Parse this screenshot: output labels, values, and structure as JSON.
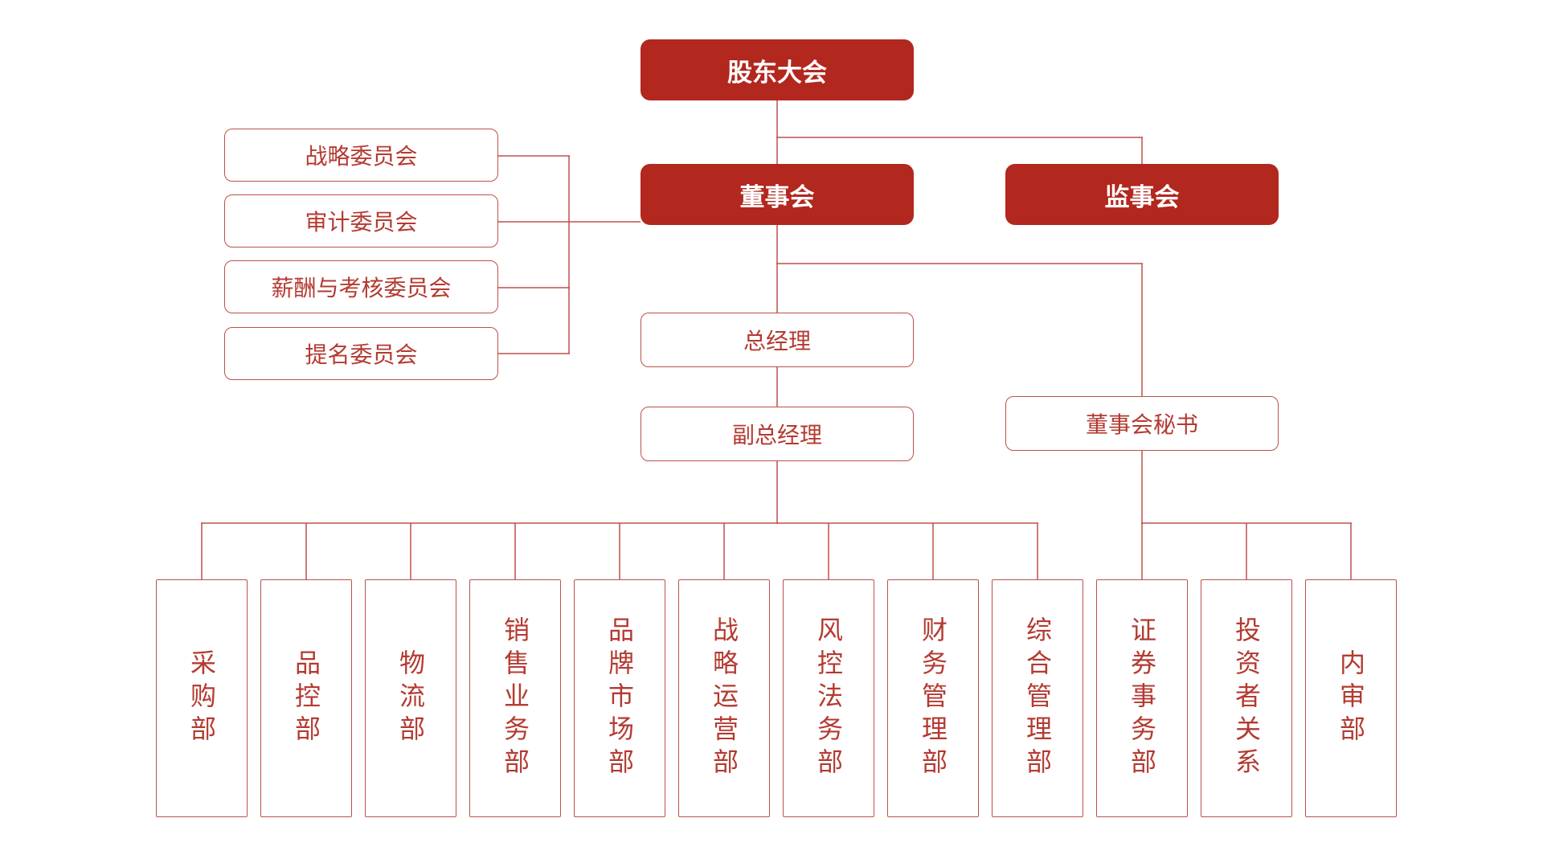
{
  "colors": {
    "fill": "#B2271E",
    "line": "#BD5049",
    "text": "#B43A31",
    "bg": "#FFFFFF"
  },
  "org": {
    "shareholders": "股东大会",
    "board": "董事会",
    "supervisory": "监事会",
    "committees": [
      "战略委员会",
      "审计委员会",
      "薪酬与考核委员会",
      "提名委员会"
    ],
    "general_manager": "总经理",
    "deputy_general_manager": "副总经理",
    "board_secretary": "董事会秘书",
    "departments": [
      "采购部",
      "品控部",
      "物流部",
      "销售业务部",
      "品牌市场部",
      "战略运营部",
      "风控法务部",
      "财务管理部",
      "综合管理部",
      "证券事务部",
      "投资者关系",
      "内审部"
    ]
  }
}
